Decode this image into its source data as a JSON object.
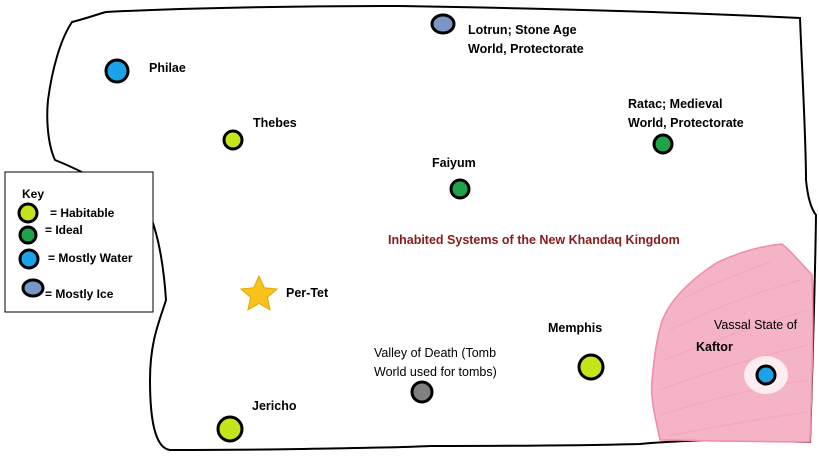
{
  "title": "Inhabited Systems of the New Khandaq Kingdom",
  "colors": {
    "habitable": "#c5e51b",
    "ideal": "#1fa34a",
    "mostly_water": "#1aa3e8",
    "mostly_ice": "#7b96c5",
    "tomb": "#808080",
    "capital_star": "#f7c21b",
    "vassal_region": "#f5b3c6",
    "title_text": "#8b1a1a"
  },
  "key": {
    "heading": "Key",
    "habitable": "= Habitable",
    "ideal": "= Ideal",
    "mostly_water": "= Mostly Water",
    "mostly_ice": "= Mostly Ice"
  },
  "systems": {
    "philae": {
      "name": "Philae",
      "type": "mostly_water"
    },
    "thebes": {
      "name": "Thebes",
      "type": "habitable"
    },
    "lotrun": {
      "line1": "Lotrun; Stone Age",
      "line2": "World, Protectorate",
      "type": "mostly_ice"
    },
    "ratac": {
      "line1": "Ratac; Medieval",
      "line2": "World, Protectorate",
      "type": "ideal"
    },
    "faiyum": {
      "name": "Faiyum",
      "type": "ideal"
    },
    "per_tet": {
      "name": "Per-Tet",
      "type": "capital"
    },
    "valley": {
      "line1": "Valley of Death (Tomb",
      "line2": "World used for tombs)",
      "type": "tomb"
    },
    "memphis": {
      "name": "Memphis",
      "type": "habitable"
    },
    "jericho": {
      "name": "Jericho",
      "type": "habitable"
    },
    "kaftor": {
      "prefix": "Vassal State of",
      "name": "Kaftor",
      "type": "mostly_water"
    }
  }
}
